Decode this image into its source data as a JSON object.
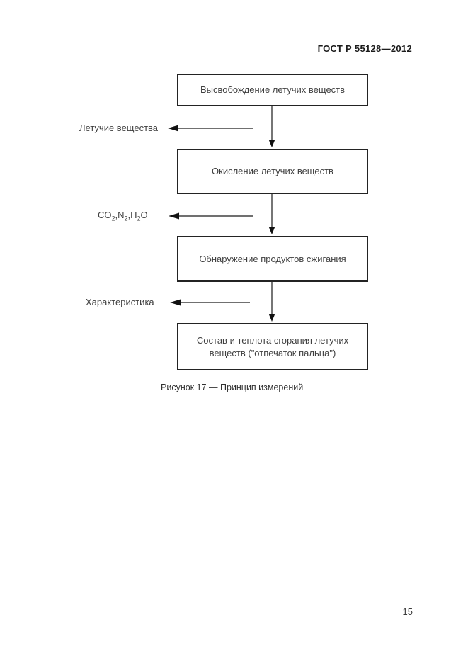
{
  "header": {
    "title": "ГОСТ Р 55128—2012"
  },
  "figure": {
    "boxes": [
      {
        "label": "Высвобождение летучих веществ"
      },
      {
        "label": "Окисление летучих веществ"
      },
      {
        "label": "Обнаружение продуктов сжигания"
      },
      {
        "label": "Состав и теплота сгорания летучих веществ (\"отпечаток пальца\")"
      }
    ],
    "outputs": [
      {
        "label": "Летучие вещества"
      },
      {
        "label": "CO2,N2,H2O",
        "parts": {
          "p1": "CO",
          "s1": "2",
          "p2": ",N",
          "s2": "2",
          "p3": ",H",
          "s3": "2",
          "p4": "O"
        }
      },
      {
        "label": "Характеристика"
      }
    ],
    "caption": "Рисунок 17 — Принцип измерений"
  },
  "page_number": "15",
  "colors": {
    "ink": "#3f3f3f",
    "border": "#232323",
    "arrow": "#1a1a1a",
    "background": "#ffffff"
  }
}
